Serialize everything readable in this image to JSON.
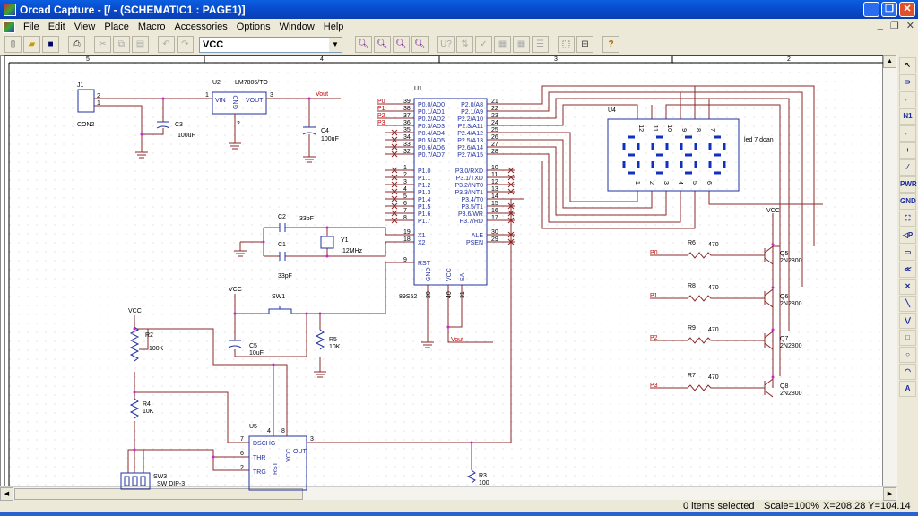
{
  "window": {
    "title": "Orcad Capture - [/ - (SCHEMATIC1 : PAGE1)]"
  },
  "menu": [
    "File",
    "Edit",
    "View",
    "Place",
    "Macro",
    "Accessories",
    "Options",
    "Window",
    "Help"
  ],
  "toolbar": {
    "part_combo_value": "VCC"
  },
  "status": {
    "selection": "0 items selected",
    "scale": "Scale=100%",
    "coords": "X=208.28  Y=104.14"
  },
  "border": {
    "zones": [
      "5",
      "4",
      "3",
      "2"
    ]
  },
  "palette": [
    "select",
    "place-part",
    "place-wire",
    "place-net-alias",
    "place-bus",
    "place-junction",
    "place-bus-entry",
    "place-power",
    "place-ground",
    "place-hierarchical-block",
    "place-port",
    "place-pin",
    "place-off-page-connector",
    "place-no-connect",
    "place-line",
    "place-polyline",
    "place-rectangle",
    "place-ellipse",
    "place-arc",
    "place-text"
  ],
  "schematic": {
    "u1": {
      "ref": "U1",
      "value": "89S52",
      "left_pins": [
        [
          "39",
          "P0.0/AD0"
        ],
        [
          "38",
          "P0.1/AD1"
        ],
        [
          "37",
          "P0.2/AD2"
        ],
        [
          "36",
          "P0.3/AD3"
        ],
        [
          "35",
          "P0.4/AD4"
        ],
        [
          "34",
          "P0.5/AD5"
        ],
        [
          "33",
          "P0.6/AD6"
        ],
        [
          "32",
          "P0.7/AD7"
        ],
        [
          "1",
          "P1.0"
        ],
        [
          "2",
          "P1.1"
        ],
        [
          "3",
          "P1.2"
        ],
        [
          "4",
          "P1.3"
        ],
        [
          "5",
          "P1.4"
        ],
        [
          "6",
          "P1.5"
        ],
        [
          "7",
          "P1.6"
        ],
        [
          "8",
          "P1.7"
        ],
        [
          "19",
          "X1"
        ],
        [
          "18",
          "X2"
        ],
        [
          "9",
          "RST"
        ]
      ],
      "right_pins": [
        [
          "21",
          "P2.0/A8"
        ],
        [
          "22",
          "P2.1/A9"
        ],
        [
          "23",
          "P2.2/A10"
        ],
        [
          "24",
          "P2.3/A11"
        ],
        [
          "25",
          "P2.4/A12"
        ],
        [
          "26",
          "P2.5/A13"
        ],
        [
          "27",
          "P2.6/A14"
        ],
        [
          "28",
          "P2.7/A15"
        ],
        [
          "10",
          "P3.0/RXD"
        ],
        [
          "11",
          "P3.1/TXD"
        ],
        [
          "12",
          "P3.2/INT0"
        ],
        [
          "13",
          "P3.3/INT1"
        ],
        [
          "14",
          "P3.4/T0"
        ],
        [
          "15",
          "P3.5/T1"
        ],
        [
          "16",
          "P3.6/WR"
        ],
        [
          "17",
          "P3.7/RD"
        ],
        [
          "30",
          "ALE"
        ],
        [
          "29",
          "PSEN"
        ]
      ],
      "bottom_pins": [
        [
          "20",
          "GND"
        ],
        [
          "40",
          "VCC"
        ],
        [
          "31",
          "EA"
        ]
      ],
      "net_labels": [
        "P0",
        "P1",
        "P2",
        "P3"
      ]
    },
    "j1": {
      "ref": "J1",
      "value": "CON2",
      "pins": [
        "2",
        "1"
      ]
    },
    "u2": {
      "ref": "U2",
      "value": "LM7805/TO",
      "vin": "VIN",
      "gnd": "GND",
      "vout": "VOUT",
      "pins": [
        "1",
        "2",
        "3"
      ]
    },
    "c3": {
      "ref": "C3",
      "value": "100uF"
    },
    "c4": {
      "ref": "C4",
      "value": "100uF"
    },
    "vout_label": "Vout",
    "c1": {
      "ref": "C1",
      "value": "33pF"
    },
    "c2": {
      "ref": "C2",
      "value": "33pF"
    },
    "y1": {
      "ref": "Y1",
      "value": "12MHz"
    },
    "sw1": {
      "ref": "SW1"
    },
    "vcc": "VCC",
    "c5": {
      "ref": "C5",
      "value": "10uF"
    },
    "r5": {
      "ref": "R5",
      "value": "10K"
    },
    "r2": {
      "ref": "R2",
      "value": "100K"
    },
    "r4": {
      "ref": "R4",
      "value": "10K"
    },
    "u5": {
      "ref": "U5",
      "dschg": "DSCHG",
      "thr": "THR",
      "trg": "TRG",
      "rst": "RST",
      "vcc": "VCC",
      "out": "OUT",
      "pins": [
        "7",
        "6",
        "2",
        "4",
        "8",
        "3"
      ]
    },
    "sw3": {
      "ref": "SW3",
      "value": "SW DIP-3"
    },
    "r3": {
      "ref": "R3",
      "value": "100"
    },
    "u4": {
      "ref": "U4",
      "value": "led 7 doan",
      "top_pins": [
        "12",
        "11",
        "10",
        "9",
        "8",
        "7"
      ],
      "bottom_pins": [
        "1",
        "2",
        "3",
        "4",
        "5",
        "6"
      ]
    },
    "drivers": [
      {
        "net": "P0",
        "r": "R6",
        "rv": "470",
        "q": "Q5",
        "qv": "2N2800"
      },
      {
        "net": "P1",
        "r": "R8",
        "rv": "470",
        "q": "Q6",
        "qv": "2N2800"
      },
      {
        "net": "P2",
        "r": "R9",
        "rv": "470",
        "q": "Q7",
        "qv": "2N2800"
      },
      {
        "net": "P3",
        "r": "R7",
        "rv": "470",
        "q": "Q8",
        "qv": "2N2800"
      }
    ]
  },
  "colors": {
    "wire": "#8b2a2a",
    "part": "#2030a0",
    "net_label": "#c00000",
    "junction": "#d020d0",
    "titlebar": "#0a5fe0"
  }
}
